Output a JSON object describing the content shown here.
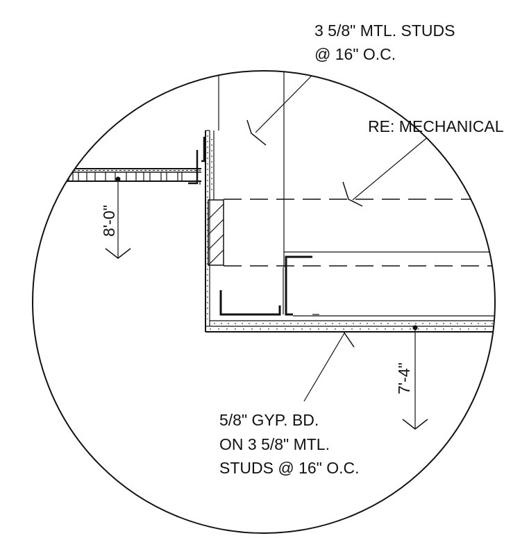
{
  "notes": {
    "studs_top": {
      "line1": "3 5/8\" MTL. STUDS",
      "line2": "@ 16\" O.C."
    },
    "mechanical": "RE: MECHANICAL",
    "gyp_board": {
      "line1": "5/8\" GYP. BD.",
      "line2": "ON 3 5/8\" MTL.",
      "line3": "STUDS @ 16\" O.C."
    }
  },
  "dimensions": {
    "ceiling_left": "8'-0\"",
    "ceiling_right": "7'-4\""
  },
  "colors": {
    "line": "#111111",
    "background": "#ffffff"
  }
}
